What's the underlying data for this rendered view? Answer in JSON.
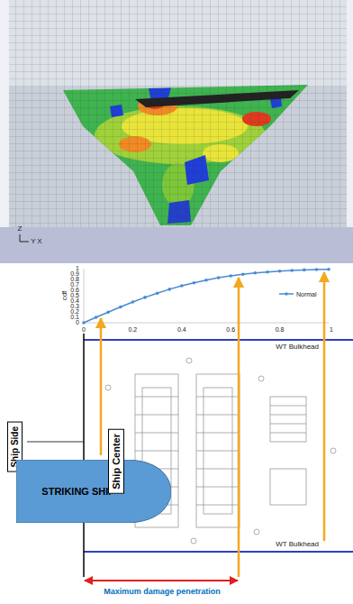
{
  "diagram": {
    "nodes": [
      {
        "text": [
          "Ship Side"
        ]
      },
      {
        "text": [
          "STRIKING SHIP"
        ]
      },
      {
        "text": [
          "Ship Center"
        ]
      }
    ],
    "labels": [
      "Z",
      "Y",
      "X",
      "1",
      "0.9",
      "0.8",
      "0.7",
      "0.6",
      "0.5",
      "0.4",
      "0.3",
      "0.2",
      "0.1",
      "0",
      "0",
      "0.2",
      "0.4",
      "0.6",
      "0.8",
      "1",
      "cdf",
      "WT Bulkhead",
      "WT Bulkhead",
      "Maximum damage penetration"
    ],
    "legend": [
      {
        "text": "Normal"
      }
    ]
  }
}
